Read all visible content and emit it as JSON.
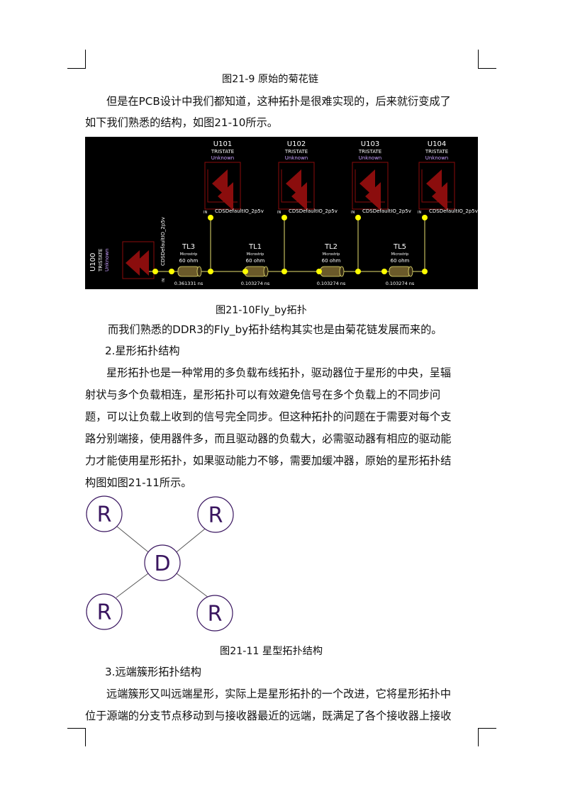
{
  "captions": {
    "fig9": "图21-9  原始的菊花链",
    "fig10": "图21-10Fly_by拓扑",
    "fig11": "图21-11  星型拓扑结构"
  },
  "paragraphs": {
    "p1_l1": "但是在PCB设计中我们都知道，这种拓扑是很难实现的，后来就衍变成了",
    "p1_l2": "如下我们熟悉的结构，如图21-10所示。",
    "p2": "而我们熟悉的DDR3的Fly_by拓扑结构其实也是由菊花链发展而来的。",
    "h2": "2.星形拓扑结构",
    "p3_l1": "星形拓扑也是一种常用的多负载布线拓扑，驱动器位于星形的中央，呈辐",
    "p3_l2": "射状与多个负载相连，星形拓扑可以有效避免信号在多个负载上的不同步问",
    "p3_l3": "题，可以让负载上收到的信号完全同步。但这种拓扑的问题在于需要对每个支",
    "p3_l4": "路分别端接，使用器件多，而且驱动器的负载大，必需驱动器有相应的驱动能",
    "p3_l5": "力才能使用星形拓扑，如果驱动能力不够，需要加缓冲器，原始的星形拓扑结",
    "p3_l6": "构图如图21-11所示。",
    "h3": "3.远端簇形拓扑结构",
    "p4_l1": "远端簇形又叫远端星形，实际上是星形拓扑的一个改进，它将星形拓扑中",
    "p4_l2": "位于源端的分支节点移动到与接收器最近的远端，既满足了各个接收器上接收"
  },
  "flyby": {
    "driver": {
      "name": "U100",
      "model": "TRISTATE",
      "status": "Unknown",
      "io": "CDSDefaultIO_2p5v",
      "pin": "IN"
    },
    "receivers": [
      {
        "name": "U101",
        "model": "TRISTATE",
        "status": "Unknown",
        "io": "CDSDefaultIO_2p5v",
        "pin": "IN"
      },
      {
        "name": "U102",
        "model": "TRISTATE",
        "status": "Unknown",
        "io": "CDSDefaultIO_2p5v",
        "pin": "IN"
      },
      {
        "name": "U103",
        "model": "TRISTATE",
        "status": "Unknown",
        "io": "CDSDefaultIO_2p5v",
        "pin": "IN"
      },
      {
        "name": "U104",
        "model": "TRISTATE",
        "status": "Unknown",
        "io": "CDSDefaultIO_2p5v",
        "pin": "IN"
      }
    ],
    "lines": [
      {
        "name": "TL3",
        "type": "Microstrip",
        "impedance": "60 ohm",
        "delay": "0.361331 ns"
      },
      {
        "name": "TL1",
        "type": "Microstrip",
        "impedance": "60 ohm",
        "delay": "0.103274 ns"
      },
      {
        "name": "TL2",
        "type": "Microstrip",
        "impedance": "60 ohm",
        "delay": "0.103274 ns"
      },
      {
        "name": "TL5",
        "type": "Microstrip",
        "impedance": "60 ohm",
        "delay": "0.103274 ns"
      }
    ],
    "colors": {
      "background": "#000000",
      "wire": "#e8e070",
      "node": "#ffff00",
      "component": "#8b0d0d",
      "text": "#ffffff",
      "status": "#c8a0ff"
    }
  },
  "star": {
    "center_label": "D",
    "load_labels": [
      "R",
      "R",
      "R",
      "R"
    ],
    "colors": {
      "circle": "#3a1660",
      "line": "#555555"
    }
  }
}
